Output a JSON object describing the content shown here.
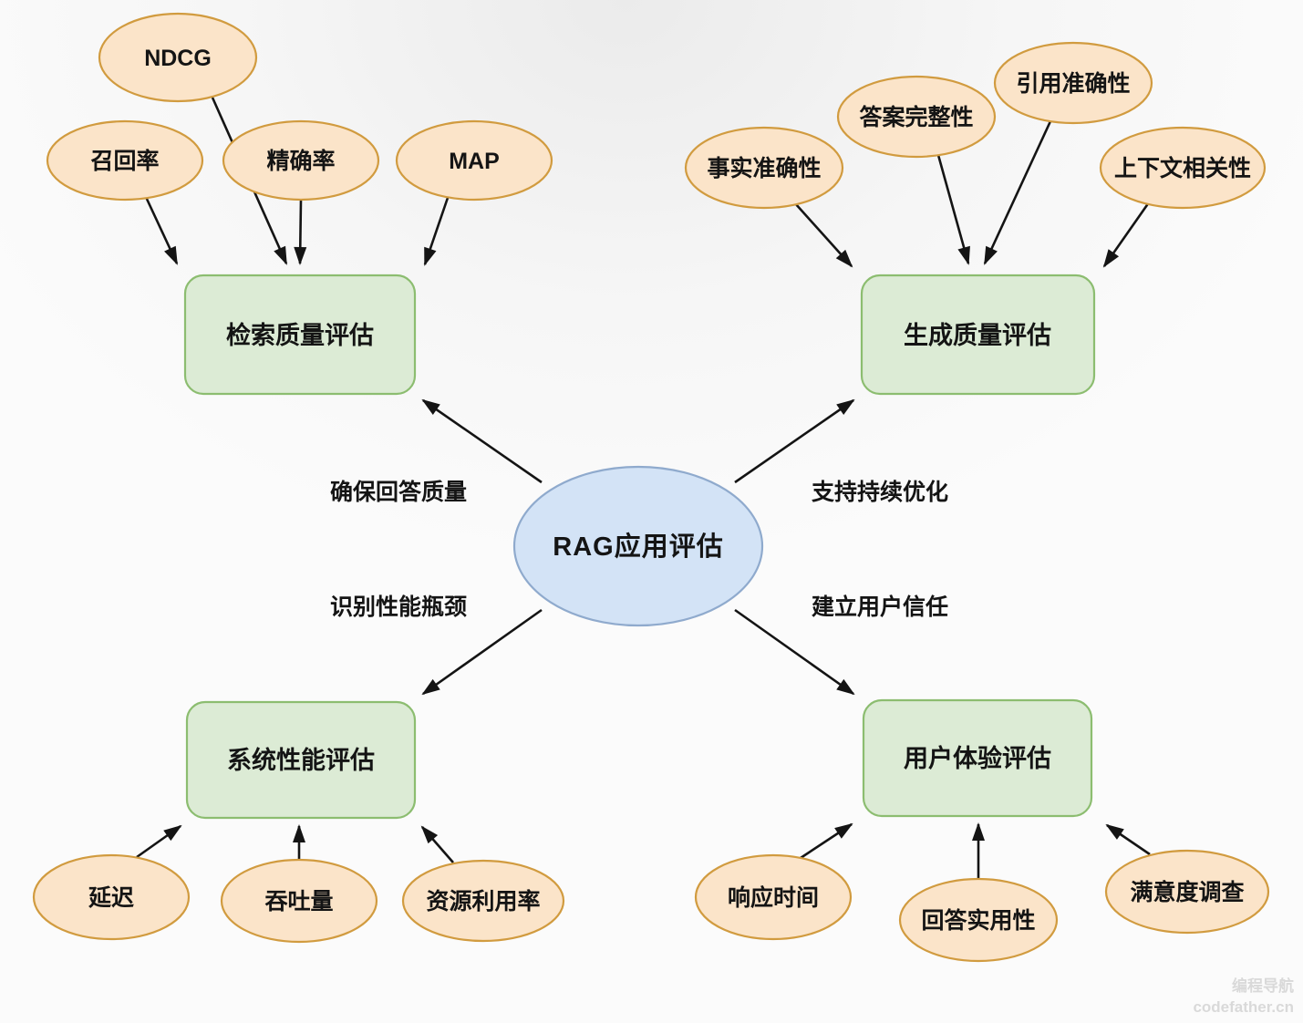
{
  "diagram": {
    "center": {
      "label": "RAG应用评估"
    },
    "groups": [
      {
        "id": "retrieval-quality",
        "box_label": "检索质量评估",
        "edge_label": "确保回答质量",
        "metrics": [
          "NDCG",
          "召回率",
          "精确率",
          "MAP"
        ]
      },
      {
        "id": "generation-quality",
        "box_label": "生成质量评估",
        "edge_label": "支持持续优化",
        "metrics": [
          "事实准确性",
          "答案完整性",
          "引用准确性",
          "上下文相关性"
        ]
      },
      {
        "id": "system-performance",
        "box_label": "系统性能评估",
        "edge_label": "识别性能瓶颈",
        "metrics": [
          "延迟",
          "吞吐量",
          "资源利用率"
        ]
      },
      {
        "id": "user-experience",
        "box_label": "用户体验评估",
        "edge_label": "建立用户信任",
        "metrics": [
          "响应时间",
          "回答实用性",
          "满意度调查"
        ]
      }
    ],
    "watermark": {
      "line1": "编程导航",
      "line2": "codefather.cn"
    },
    "colors": {
      "metric_fill": "#fbe4c9",
      "metric_stroke": "#d19b3f",
      "box_fill": "#dcebd5",
      "box_stroke": "#8cbd70",
      "center_fill": "#d3e3f6",
      "center_stroke": "#8faacd",
      "edge_color": "#141414",
      "text_color": "#141414",
      "watermark_color": "#d9d9d9"
    }
  }
}
